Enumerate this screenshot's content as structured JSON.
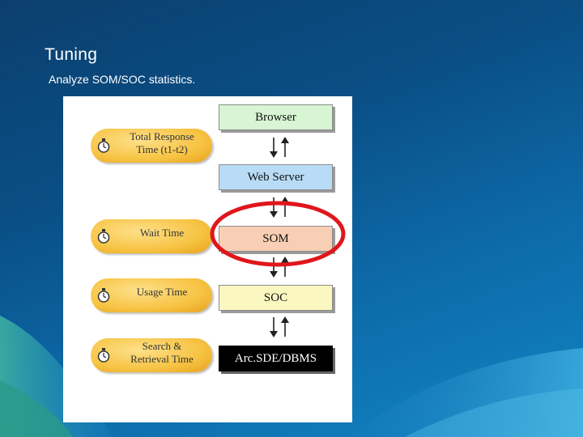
{
  "slide": {
    "title": "Tuning",
    "subtitle": "Analyze SOM/SOC statistics."
  },
  "timers": [
    {
      "line1": "Total Response",
      "line2": "Time (t1-t2)"
    },
    {
      "line1": "Wait Time",
      "line2": ""
    },
    {
      "line1": "Usage Time",
      "line2": ""
    },
    {
      "line1": "Search &",
      "line2": "Retrieval Time"
    }
  ],
  "components": {
    "browser": "Browser",
    "web_server": "Web Server",
    "som": "SOM",
    "soc": "SOC",
    "dbms": "Arc.SDE/DBMS"
  },
  "colors": {
    "highlight": "#e0161b",
    "pill": "#f7c343"
  }
}
